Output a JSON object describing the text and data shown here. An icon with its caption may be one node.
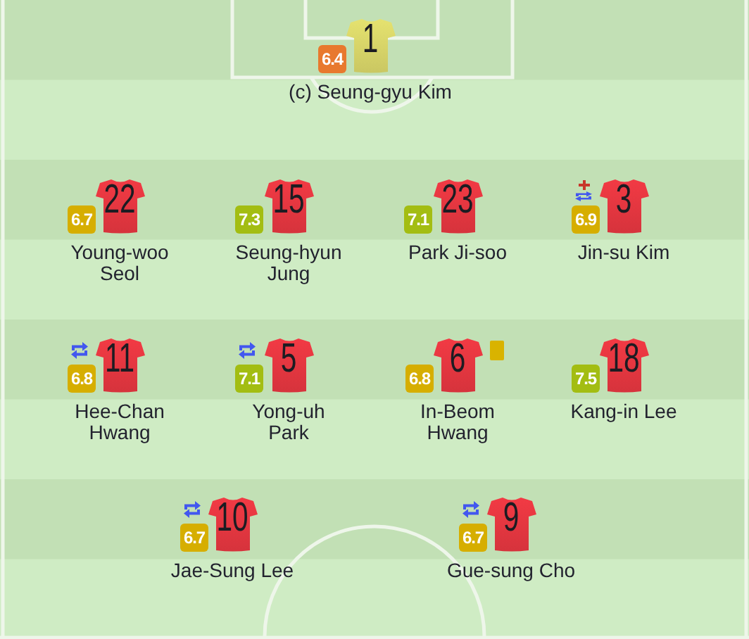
{
  "diagram": {
    "nodes": [
      {
        "text": [
          "6.4"
        ]
      },
      {
        "text": [
          "1"
        ],
        "beside": [
          "(c) Seung-gyu Kim"
        ]
      },
      {
        "text": [
          "6.7"
        ]
      },
      {
        "text": [
          "22"
        ],
        "beside": [
          "Young-woo Seol"
        ]
      },
      {
        "text": [
          "7.3"
        ]
      },
      {
        "text": [
          "15"
        ],
        "beside": [
          "Seung-hyun Jung"
        ]
      },
      {
        "text": [
          "7.1"
        ]
      },
      {
        "text": [
          "23"
        ],
        "beside": [
          "Park Ji-soo"
        ]
      },
      {
        "text": [
          "6.9"
        ]
      },
      {
        "text": [
          "3"
        ],
        "beside": [
          "Jin-su Kim"
        ]
      },
      {
        "text": [
          "6.8"
        ]
      },
      {
        "text": [
          "11"
        ],
        "beside": [
          "Hee-Chan Hwang"
        ]
      },
      {
        "text": [
          "7.1"
        ]
      },
      {
        "text": [
          "5"
        ],
        "beside": [
          "Yong-uh Park"
        ]
      },
      {
        "text": [
          "6.8"
        ]
      },
      {
        "text": [
          "6"
        ],
        "beside": [
          "In-Beom Hwang"
        ]
      },
      {
        "text": [
          "7.5"
        ]
      },
      {
        "text": [
          "18"
        ],
        "beside": [
          "Kang-in Lee"
        ]
      },
      {
        "text": [
          "6.7"
        ]
      },
      {
        "text": [
          "10"
        ],
        "beside": [
          "Jae-Sung Lee"
        ]
      },
      {
        "text": [
          "6.7"
        ]
      },
      {
        "text": [
          "9"
        ],
        "beside": [
          "Gue-sung Cho"
        ]
      }
    ]
  }
}
